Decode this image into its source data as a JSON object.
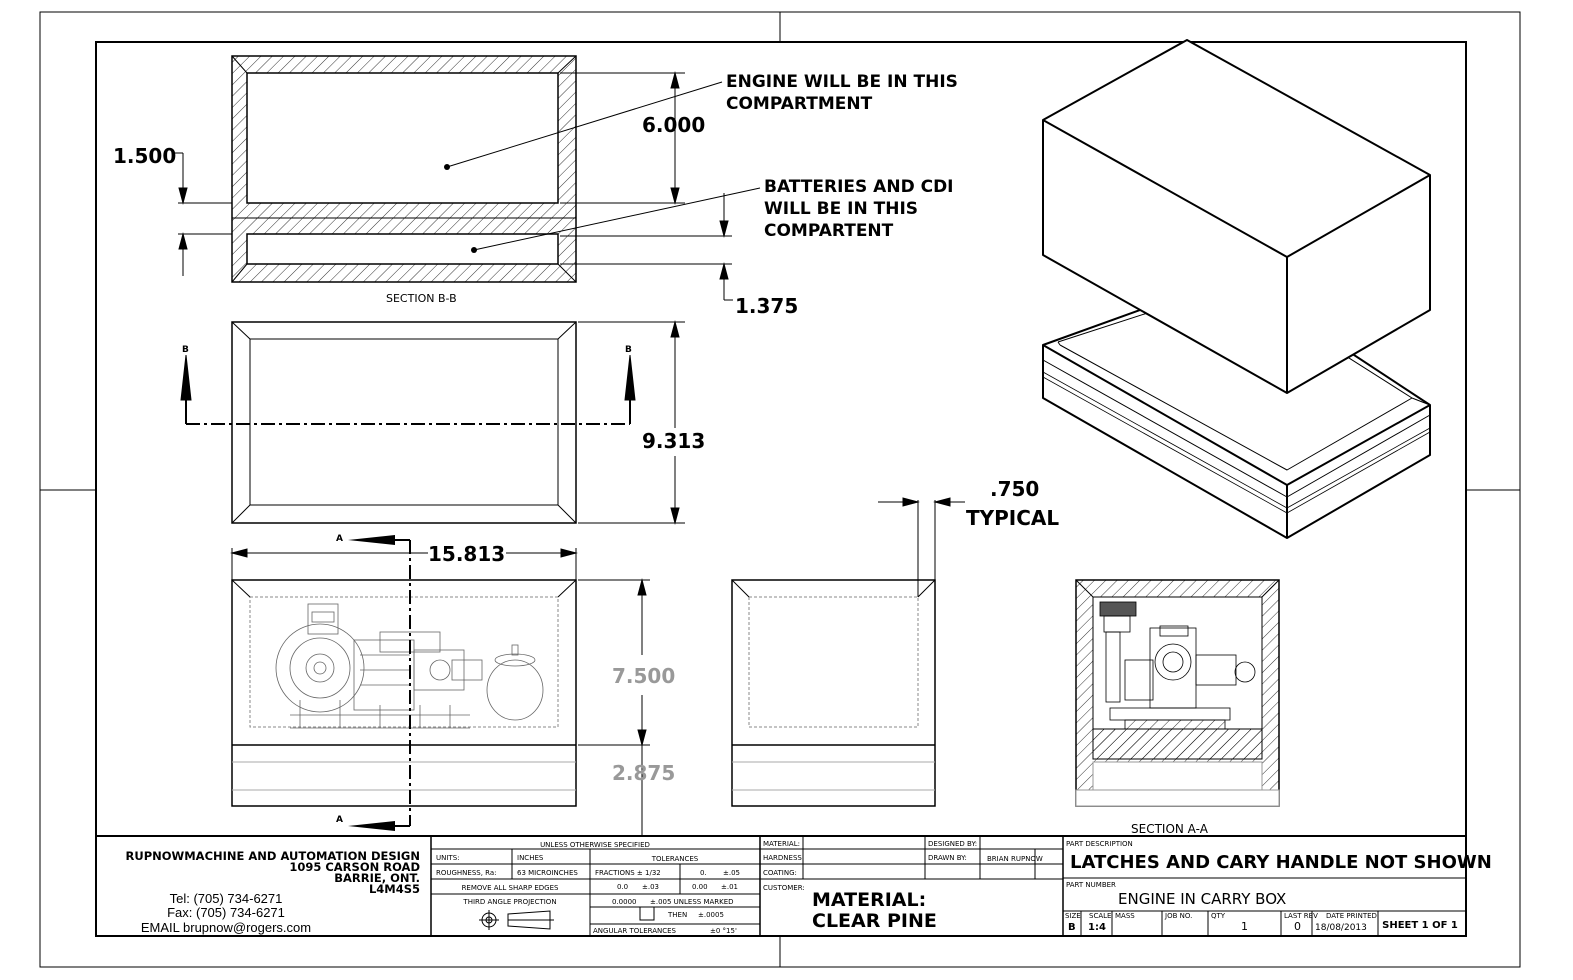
{
  "callouts": {
    "engine": "ENGINE WILL BE IN THIS COMPARTMENT",
    "engine_l1": "ENGINE WILL BE IN THIS",
    "engine_l2": "COMPARTMENT",
    "batteries_l1": "BATTERIES AND CDI",
    "batteries_l2": "WILL BE IN THIS",
    "batteries_l3": "COMPARTENT"
  },
  "dimensions": {
    "d_1500": "1.500",
    "d_6000": "6.000",
    "d_1375": "1.375",
    "d_9313": "9.313",
    "d_15813": "15.813",
    "d_7500": "7.500",
    "d_2875": "2.875",
    "d_750": ".750",
    "typical": "TYPICAL"
  },
  "section_labels": {
    "bb": "SECTION B-B",
    "aa": "SECTION A-A",
    "b": "B",
    "a": "A"
  },
  "title_block": {
    "company": "RUPNOWMACHINE AND AUTOMATION DESIGN",
    "address": "1095 CARSON ROAD",
    "city": "BARRIE, ONT.",
    "postal": "L4M4S5",
    "tel": "Tel: (705) 734-6271",
    "fax": "Fax: (705) 734-6271",
    "email": "EMAIL brupnow@rogers.com",
    "unless": "UNLESS OTHERWISE SPECIFIED",
    "units_label": "UNITS:",
    "units_value": "INCHES",
    "roughness_label": "ROUGHNESS, Ra:",
    "roughness_value": "63 MICROINCHES",
    "tolerances": "TOLERANCES",
    "fractions": "FRACTIONS ± 1/32",
    "frac_b": "0.",
    "frac_c": "±.05",
    "row2_a": "0.0",
    "row2_b": "±.03",
    "row2_c": "0.00",
    "row2_d": "±.01",
    "row3_a": "0.0000",
    "row3_b": "±.005 UNLESS MARKED",
    "then": "THEN",
    "then_v": "±.0005",
    "remove_edges": "REMOVE ALL SHARP EDGES",
    "third_angle": "THIRD ANGLE PROJECTION",
    "angular": "ANGULAR TOLERANCES",
    "angular_v": "±0 °15'",
    "material_l": "MATERIAL:",
    "hardness_l": "HARDNESS:",
    "coating_l": "COATING:",
    "customer_l": "CUSTOMER:",
    "designed_l": "DESIGNED BY:",
    "drawn_l": "DRAWN BY:",
    "drawn_v": "BRIAN RUPNOW",
    "material_big_1": "MATERIAL:",
    "material_big_2": "CLEAR PINE",
    "part_desc_l": "PART DESCRIPTION",
    "part_desc": "LATCHES AND CARY HANDLE NOT SHOWN",
    "part_num_l": "PART NUMBER",
    "part_num": "ENGINE IN CARRY BOX",
    "size_l": "SIZE",
    "size_v": "B",
    "scale_l": "SCALE",
    "scale_v": "1:4",
    "mass_l": "MASS",
    "job_l": "JOB NO.",
    "qty_l": "QTY",
    "qty_v": "1",
    "rev_l": "LAST REV",
    "rev_v": "0",
    "date_l": "DATE PRINTED",
    "date_v": "18/08/2013",
    "sheet": "SHEET 1 OF 1"
  }
}
